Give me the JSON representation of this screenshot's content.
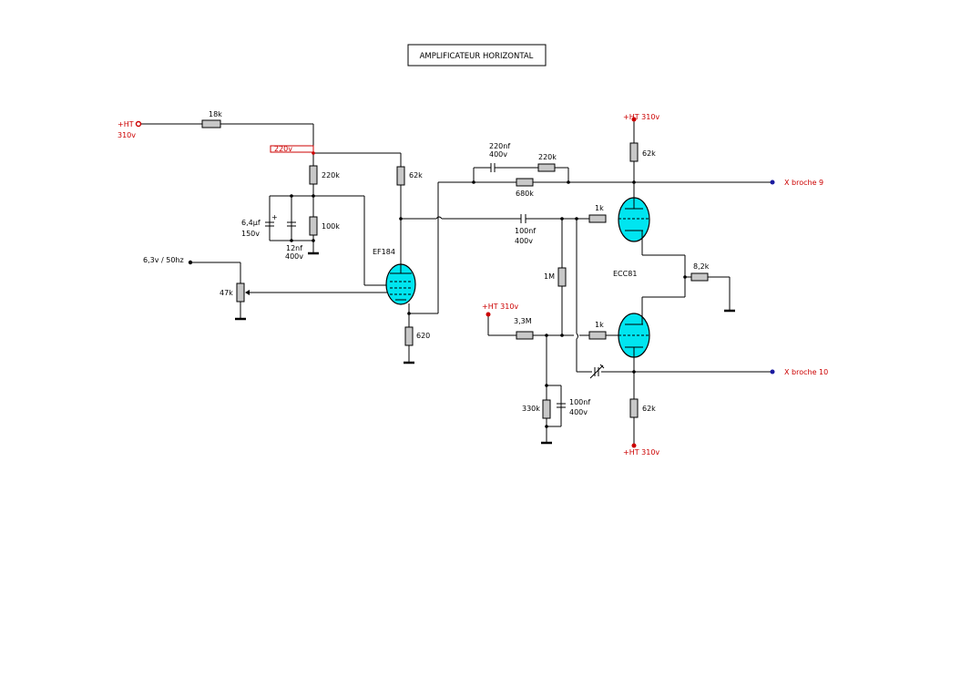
{
  "title": "AMPLIFICATEUR HORIZONTAL",
  "supply": {
    "ht_left_1": "+HT",
    "ht_left_2": "310v",
    "ht_top_right": "+HT  310v",
    "ht_mid": "+HT  310v",
    "ht_bottom": "+HT  310v",
    "tap_220v": "220v",
    "heater": "6,3v / 50hz"
  },
  "resistors": {
    "r_18k": "18k",
    "r_220k_div": "220k",
    "r_100k": "100k",
    "r_62k_ef": "62k",
    "r_620": "620",
    "r_220k_fb": "220k",
    "r_680k": "680k",
    "r_62k_top": "62k",
    "r_62k_bottom": "62k",
    "r_1k_top": "1k",
    "r_1k_bottom": "1k",
    "r_1m": "1M",
    "r_3_3m": "3,3M",
    "r_330k": "330k",
    "r_8_2k": "8,2k",
    "pot_47k": "47k"
  },
  "capacitors": {
    "c_elec_value": "6,4µf",
    "c_elec_voltage": "150v",
    "c_12nf_value": "12nf",
    "c_12nf_voltage": "400v",
    "c_220nf_value": "220nf",
    "c_220nf_voltage": "400v",
    "c_100nf_cpl_value": "100nf",
    "c_100nf_cpl_voltage": "400v",
    "c_100nf_bias_value": "100nf",
    "c_100nf_bias_voltage": "400v"
  },
  "tubes": {
    "pentode": "EF184",
    "triode_pair": "ECC81"
  },
  "outputs": {
    "out_9": "X broche 9",
    "out_10": "X broche 10"
  },
  "colors": {
    "tube_fill": "#00e5f0",
    "resistor_fill": "#c8c8c8",
    "supply_text": "#cc0000",
    "terminal_blue": "#1a1aa0",
    "terminal_red": "#cc0000"
  }
}
